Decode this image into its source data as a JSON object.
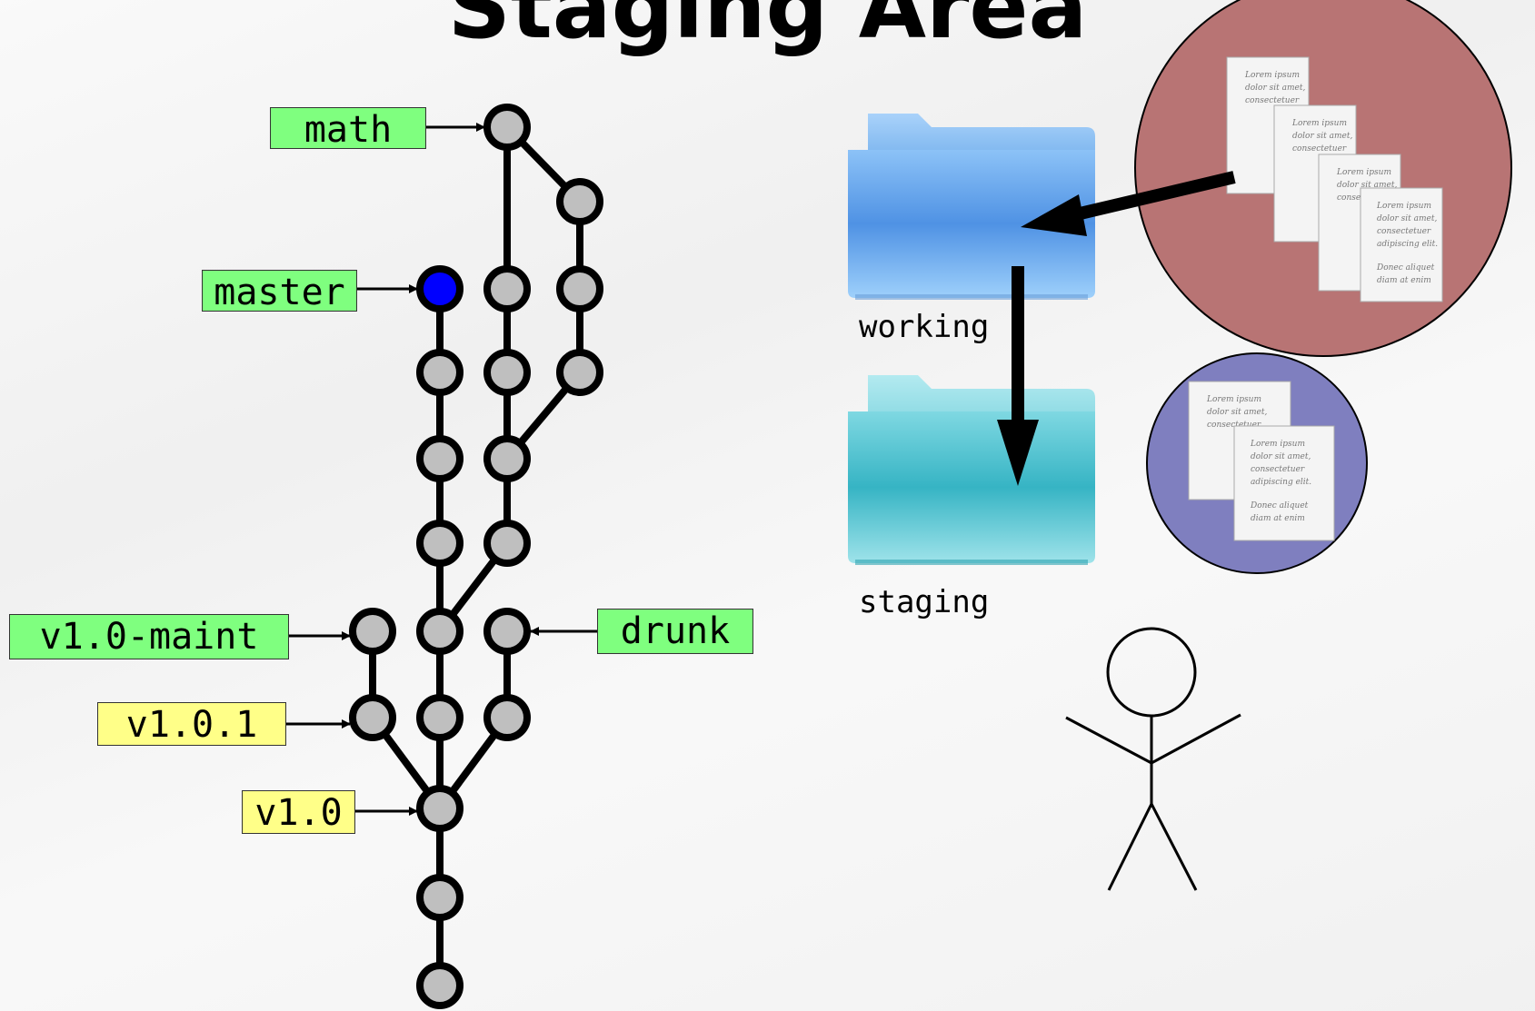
{
  "title": "Staging Area",
  "branches": {
    "math": "math",
    "master": "master",
    "v1_0_maint": "v1.0-maint",
    "drunk": "drunk"
  },
  "tags": {
    "v1_0_1": "v1.0.1",
    "v1_0": "v1.0"
  },
  "folders": {
    "working": "working",
    "staging": "staging"
  },
  "colors": {
    "branch_label_bg": "#7fff7f",
    "tag_label_bg": "#ffff88",
    "commit_fill": "#bfbfbf",
    "head_commit_fill": "#0000ff",
    "working_circle": "#b87474",
    "staging_circle": "#7f7fbf",
    "working_folder": "#5aa0ea",
    "staging_folder": "#3fbccb"
  },
  "documents": {
    "line1": "Lorem ipsum",
    "line2": "dolor sit amet,",
    "line3": "consectetuer",
    "line4": "adipiscing elit.",
    "line5": "Donec aliquet",
    "line6": "diam at enim"
  }
}
